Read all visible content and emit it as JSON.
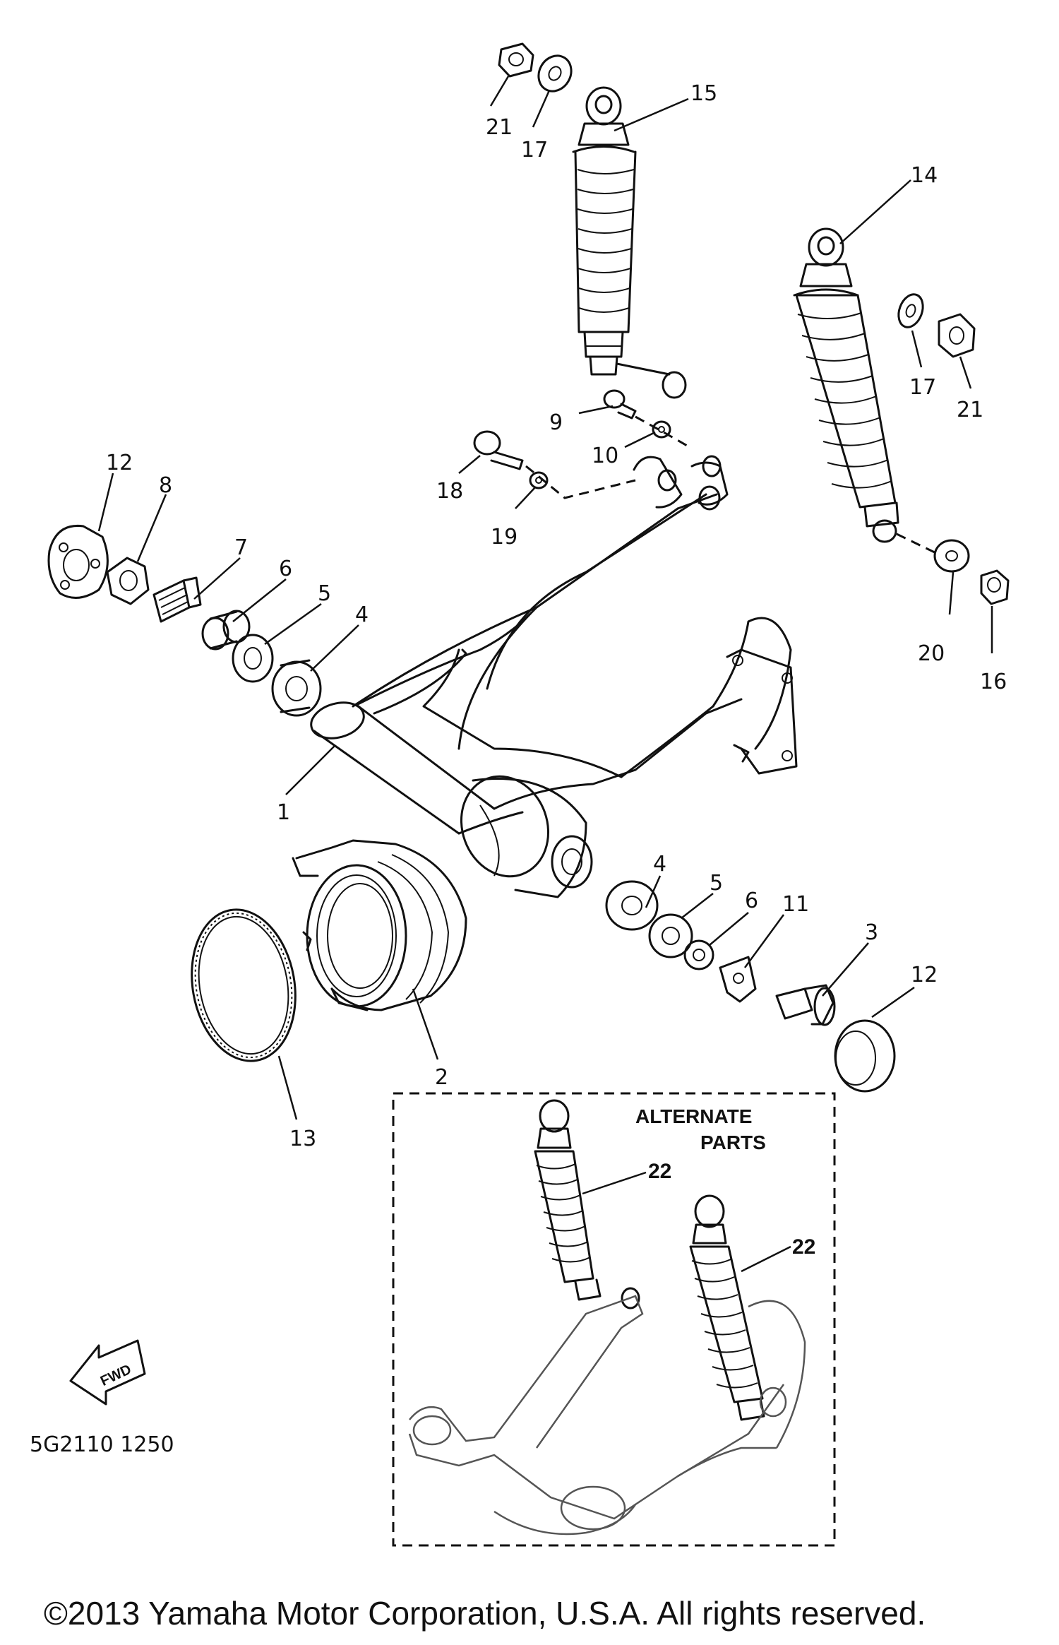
{
  "callouts": {
    "c1": "1",
    "c2": "2",
    "c3": "3",
    "c4a": "4",
    "c4b": "4",
    "c5a": "5",
    "c5b": "5",
    "c6a": "6",
    "c6b": "6",
    "c7": "7",
    "c8": "8",
    "c9": "9",
    "c10": "10",
    "c11": "11",
    "c12a": "12",
    "c12b": "12",
    "c13": "13",
    "c14": "14",
    "c15": "15",
    "c16": "16",
    "c17a": "17",
    "c17b": "17",
    "c18": "18",
    "c19": "19",
    "c20": "20",
    "c21a": "21",
    "c21b": "21",
    "c22a": "22",
    "c22b": "22"
  },
  "alternate_box": {
    "line1": "ALTERNATE",
    "line2": "PARTS"
  },
  "fwd_label": "FWD",
  "diagram_code": "5G2110 1250",
  "copyright": "©2013 Yamaha Motor Corporation, U.S.A. All rights reserved."
}
